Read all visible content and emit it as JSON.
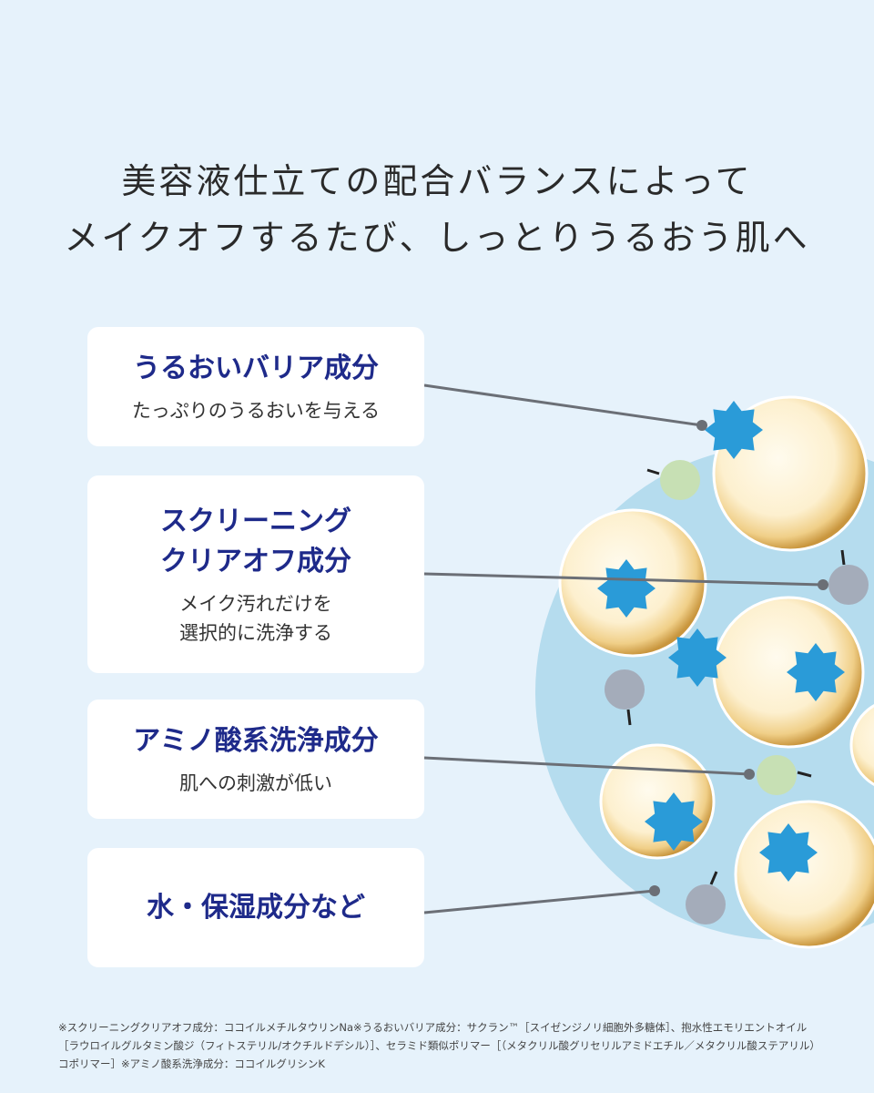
{
  "headline": {
    "line1": "美容液仕立ての配合バランスによって",
    "line2": "メイクオフするたび、しっとりうるおう肌へ"
  },
  "cards": [
    {
      "title_lines": [
        "うるおいバリア成分"
      ],
      "desc_lines": [
        "たっぷりのうるおいを与える"
      ]
    },
    {
      "title_lines": [
        "スクリーニング",
        "クリアオフ成分"
      ],
      "desc_lines": [
        "メイク汚れだけを",
        "選択的に洗浄する"
      ]
    },
    {
      "title_lines": [
        "アミノ酸系洗浄成分"
      ],
      "desc_lines": [
        "肌への刺激が低い"
      ]
    },
    {
      "title_lines": [
        "水・保湿成分など"
      ],
      "desc_lines": []
    }
  ],
  "footnote": "※スクリーニングクリアオフ成分：ココイルメチルタウリンNa※うるおいバリア成分：サクラン™［スイゼンジノリ細胞外多糖体］、抱水性エモリエントオイル［ラウロイルグルタミン酸ジ（フィトステリル/オクチルドデシル）］、セラミド類似ポリマー［（メタクリル酸グリセリルアミドエチル／メタクリル酸ステアリル）コポリマー］※アミノ酸系洗浄成分：ココイルグリシンK",
  "colors": {
    "background": "#e6f2fb",
    "circle_bg": "#b5dcee",
    "title": "#1e2a8a",
    "star": "#2a9bd8",
    "green_dot": "#c7e0b4",
    "gray_dot": "#a4acba",
    "leader_line": "#6b6f76"
  },
  "icons": [
    "moisture-star-icon",
    "droplet-sphere-icon",
    "surfactant-molecule-icon"
  ]
}
